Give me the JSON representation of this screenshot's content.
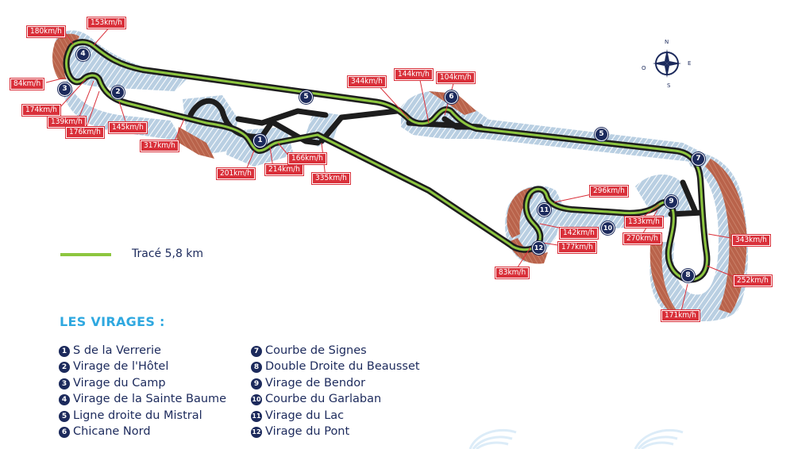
{
  "speed_labels": [
    "180km/h",
    "153km/h",
    "84km/h",
    "174km/h",
    "139km/h",
    "176km/h",
    "145km/h",
    "317km/h",
    "201km/h",
    "214km/h",
    "166km/h",
    "335km/h",
    "344km/h",
    "144km/h",
    "104km/h",
    "296km/h",
    "133km/h",
    "270km/h",
    "142km/h",
    "177km/h",
    "83km/h",
    "343km/h",
    "252km/h",
    "171km/h"
  ],
  "turn_markers": [
    "1",
    "2",
    "3",
    "4",
    "5",
    "5",
    "6",
    "7",
    "8",
    "9",
    "10",
    "11",
    "12"
  ],
  "legend": {
    "label": "Tracé 5,8 km",
    "line_color": "#8dc63f"
  },
  "compass": {
    "n": "N",
    "e": "E",
    "s": "S",
    "o": "O"
  },
  "virages": {
    "title": "LES VIRAGES :",
    "items": [
      {
        "num": "1",
        "name": "S de la Verrerie"
      },
      {
        "num": "2",
        "name": "Virage de l'Hôtel"
      },
      {
        "num": "3",
        "name": "Virage du Camp"
      },
      {
        "num": "4",
        "name": "Virage de la Sainte Baume"
      },
      {
        "num": "5",
        "name": "Ligne droite du Mistral"
      },
      {
        "num": "6",
        "name": "Chicane Nord"
      },
      {
        "num": "7",
        "name": "Courbe de Signes"
      },
      {
        "num": "8",
        "name": "Double Droite du Beausset"
      },
      {
        "num": "9",
        "name": "Virage de Bendor"
      },
      {
        "num": "10",
        "name": "Courbe du Garlaban"
      },
      {
        "num": "11",
        "name": "Virage du Lac"
      },
      {
        "num": "12",
        "name": "Virage du Pont"
      }
    ]
  },
  "colors": {
    "track_green": "#8dc63f",
    "tarmac": "#1d1d1d",
    "runoff_blue": "#b9cfe2",
    "gravel_red": "#b9634b",
    "marker_navy": "#1c2a5c",
    "label_red": "#d9303a",
    "title_blue": "#2fa8e0"
  }
}
